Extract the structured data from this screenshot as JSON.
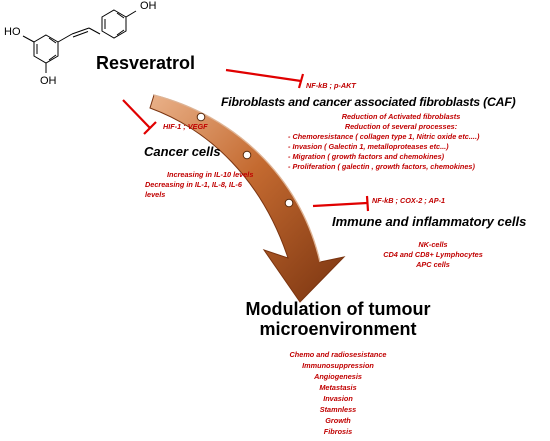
{
  "molecule": {
    "name": "Resveratrol",
    "oh_labels": [
      "OH",
      "HO",
      "OH"
    ]
  },
  "inhibitions": [
    {
      "label": "NF-kB ; p-AKT"
    },
    {
      "label": "HIF-1 ; VEGF"
    },
    {
      "label": "NF-kB ; COX-2 ; AP-1"
    }
  ],
  "targets": {
    "caf": {
      "title": "Fibroblasts and cancer associated fibroblasts (CAF)",
      "lines": [
        "Reduction of Activated fibroblasts",
        "Reduction of several processes:",
        "-   Chemoresistance ( collagen type 1, Nitric oxide etc....)",
        "-   Invasion ( Galectin 1, metalloproteases etc...)",
        "-   Migration ( growth factors and chemokines)",
        "-   Proliferation ( galectin , growth factors, chemokines)"
      ]
    },
    "cancer_cells": {
      "title": "Cancer cells",
      "lines": [
        "Increasing in IL-10 levels",
        "Decreasing in IL-1, IL-8, IL-6",
        "levels"
      ]
    },
    "immune": {
      "title": "Immune and inflammatory cells",
      "lines": [
        "NK-cells",
        "CD4 and CD8+ Lymphocytes",
        "APC cells"
      ]
    }
  },
  "outcome": {
    "title_line1": "Modulation of tumour",
    "title_line2": "microenvironment",
    "items": [
      "Chemo and radiosesistance",
      "Immunosuppression",
      "Angiogenesis",
      "Metastasis",
      "Invasion",
      "Stamnless",
      "Growth",
      "Fibrosis"
    ]
  },
  "colors": {
    "arrow_light": "#e8a070",
    "arrow_mid": "#c0622a",
    "arrow_dark": "#7a3410",
    "inhibit_red": "#e00000",
    "text_red": "#c00000"
  }
}
